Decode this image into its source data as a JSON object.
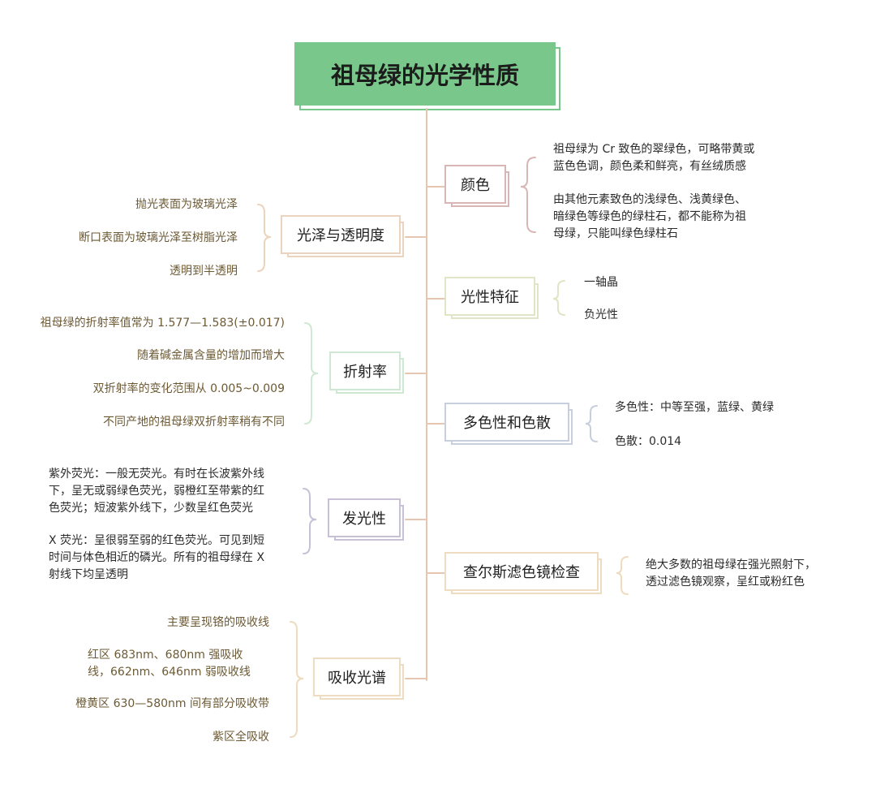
{
  "title": "祖母绿的光学性质",
  "colors": {
    "root": "#79c78a",
    "trunk": "#e6c6b0"
  },
  "nodes": {
    "color": {
      "label": "颜色",
      "details": [
        "祖母绿为 Cr 致色的翠绿色，可略带黄或\n蓝色色调，颜色柔和鲜亮，有丝绒质感",
        "由其他元素致色的浅绿色、浅黄绿色、\n暗绿色等绿色的绿柱石，都不能称为祖\n母绿，只能叫绿色绿柱石"
      ]
    },
    "luster": {
      "label": "光泽与透明度",
      "details": [
        "抛光表面为玻璃光泽",
        "断口表面为玻璃光泽至树脂光泽",
        "透明到半透明"
      ]
    },
    "optic": {
      "label": "光性特征",
      "details": [
        "一轴晶",
        "负光性"
      ]
    },
    "refraction": {
      "label": "折射率",
      "details": [
        "祖母绿的折射率值常为 1.577—1.583(±0.017)",
        "随着碱金属含量的增加而增大",
        "双折射率的变化范围从 0.005~0.009",
        "不同产地的祖母绿双折射率稍有不同"
      ]
    },
    "pleochroism": {
      "label": "多色性和色散",
      "details": [
        "多色性：中等至强，蓝绿、黄绿",
        "色散：0.014"
      ]
    },
    "luminescence": {
      "label": "发光性",
      "details": [
        "紫外荧光：一般无荧光。有时在长波紫外线\n下，呈无或弱绿色荧光，弱橙红至带紫的红\n色荧光；短波紫外线下，少数呈红色荧光",
        "X 荧光：呈很弱至弱的红色荧光。可见到短\n时间与体色相近的磷光。所有的祖母绿在 X\n射线下均呈透明"
      ]
    },
    "chelsea": {
      "label": "查尔斯滤色镜检查",
      "details": [
        "绝大多数的祖母绿在强光照射下，\n透过滤色镜观察，呈红或粉红色"
      ]
    },
    "absorption": {
      "label": "吸收光谱",
      "details": [
        "主要呈现铬的吸收线",
        "红区 683nm、680nm 强吸收\n线，662nm、646nm 弱吸收线",
        "橙黄区 630—580nm 间有部分吸收带",
        "紫区全吸收"
      ]
    }
  }
}
